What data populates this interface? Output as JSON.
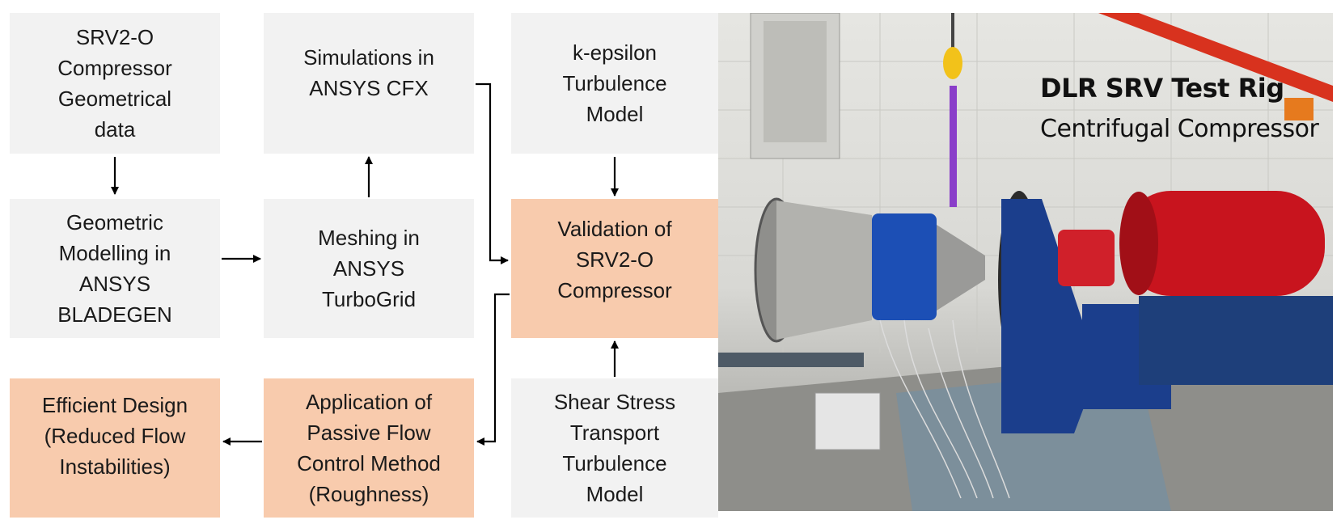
{
  "flowchart": {
    "geometry_data": {
      "lines": [
        "SRV2-O",
        "Compressor",
        "Geometrical",
        "data"
      ]
    },
    "simulations": {
      "lines": [
        "Simulations in",
        "ANSYS CFX"
      ]
    },
    "k_epsilon": {
      "lines": [
        "k-epsilon",
        "Turbulence",
        "Model"
      ]
    },
    "geometric_modelling": {
      "lines": [
        "Geometric",
        "Modelling in",
        "ANSYS",
        "BLADEGEN"
      ]
    },
    "meshing": {
      "lines": [
        "Meshing in",
        "ANSYS",
        "TurboGrid"
      ]
    },
    "validation": {
      "lines": [
        "Validation of",
        "SRV2-O",
        "Compressor"
      ]
    },
    "efficient_design": {
      "lines": [
        "Efficient Design",
        "(Reduced Flow",
        "Instabilities)"
      ]
    },
    "passive_flow": {
      "lines": [
        "Application of",
        "Passive Flow",
        "Control Method",
        "(Roughness)"
      ]
    },
    "shear_stress": {
      "lines": [
        "Shear Stress",
        "Transport",
        "Turbulence",
        "Model"
      ]
    }
  },
  "photo": {
    "title": "DLR SRV Test Rig",
    "subtitle": "Centrifugal Compressor"
  },
  "colors": {
    "grey_box": "#f2f2f2",
    "highlight_box": "#f8cbad",
    "arrow": "#000000"
  }
}
